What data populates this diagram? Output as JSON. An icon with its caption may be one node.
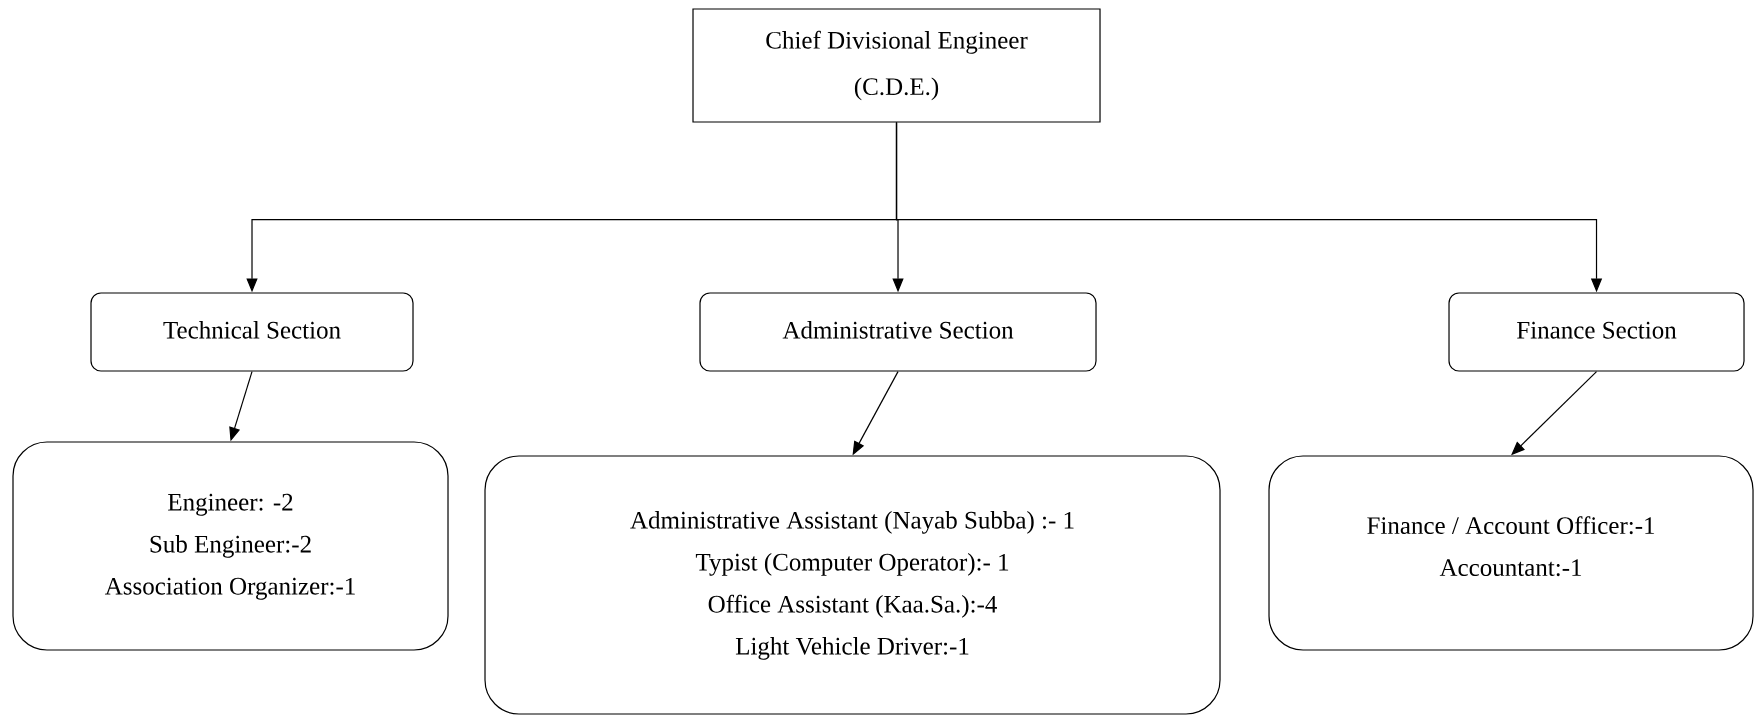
{
  "diagram": {
    "nodes": [
      {
        "text": [
          "Chief Divisional Engineer (C.D.E.)"
        ]
      },
      {
        "text": [
          "Technical Section"
        ]
      },
      {
        "text": [
          "Administrative Section"
        ]
      },
      {
        "text": [
          "Finance Section"
        ]
      },
      {
        "text": [
          "Engineer: -2",
          "Sub Engineer:-2",
          "Association Organizer:-1"
        ]
      },
      {
        "text": [
          "Administrative Assistant (Nayab Subba) :- 1",
          "Typist (Computer Operator):- 1",
          "Office Assistant (Kaa.Sa.):-4",
          "Light Vehicle Driver:-1"
        ]
      },
      {
        "text": [
          "Finance / Account Officer:-1",
          "Accountant:-1"
        ]
      }
    ],
    "edges": [
      {
        "from": 0,
        "to": 1,
        "arrow": "to"
      },
      {
        "from": 0,
        "to": 2,
        "arrow": "to"
      },
      {
        "from": 0,
        "to": 3,
        "arrow": "to"
      },
      {
        "from": 1,
        "to": 4,
        "arrow": "to"
      },
      {
        "from": 2,
        "to": 5,
        "arrow": "to"
      },
      {
        "from": 3,
        "to": 6,
        "arrow": "to"
      }
    ]
  }
}
